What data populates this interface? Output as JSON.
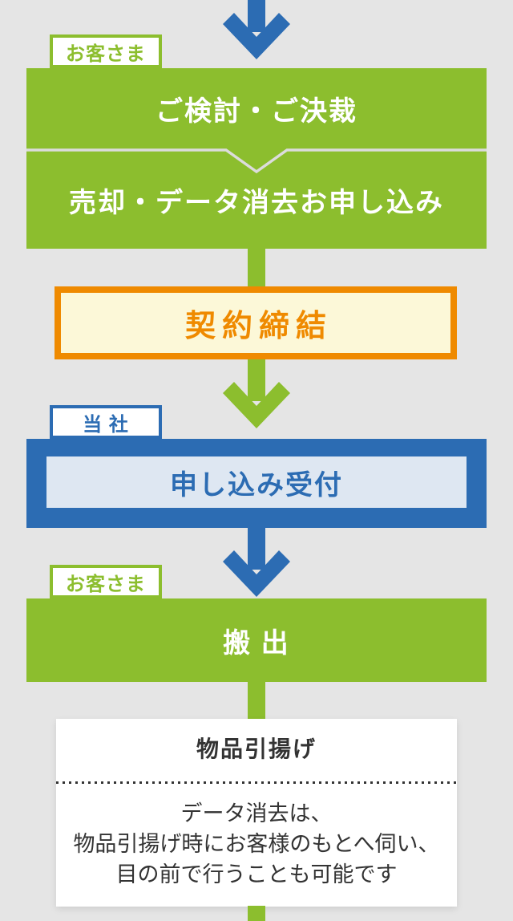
{
  "colors": {
    "bg": "#e5e5e5",
    "green": "#8cbe2e",
    "blue": "#2c6cb3",
    "orange": "#ef8a00",
    "cream": "#fcf8d8",
    "light_blue": "#dee7f2",
    "divider": "#dcdcdc",
    "text_dark": "#333333"
  },
  "flow": {
    "actor_label_1": "お客さま",
    "step_consider": "ご検討・ご決裁",
    "step_apply": "売却・データ消去お申し込み",
    "step_contract": "契約締結",
    "actor_label_2": "当 社",
    "step_reception": "申し込み受付",
    "actor_label_3": "お客さま",
    "step_carryout": "搬 出",
    "pickup": {
      "title": "物品引揚げ",
      "note_lines": {
        "0": "データ消去は、",
        "1": "物品引揚げ時にお客様のもとへ伺い、",
        "2": "目の前で行うことも可能です"
      }
    }
  }
}
